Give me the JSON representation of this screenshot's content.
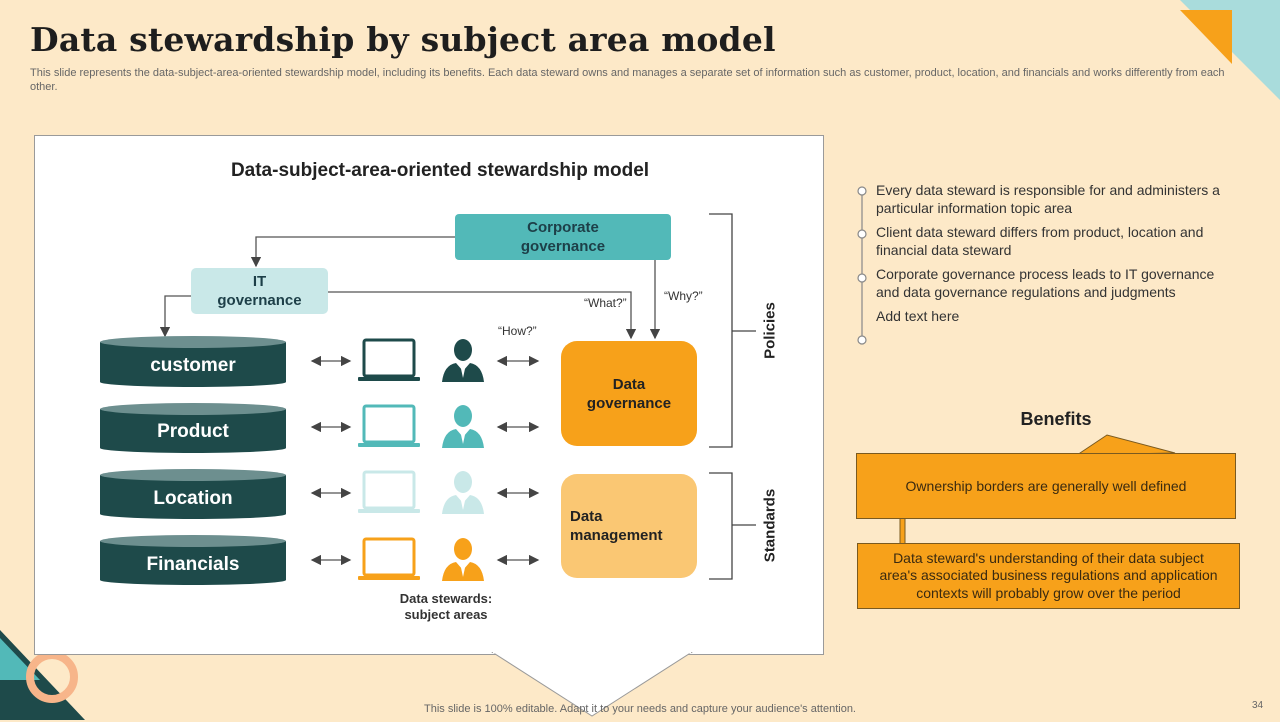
{
  "header": {
    "title": "Data stewardship by subject area model",
    "subtitle": "This slide represents the data-subject-area-oriented stewardship model, including its benefits. Each data steward owns and manages a separate set of information such as customer, product, location, and financials and works differently from each other."
  },
  "diagram": {
    "title": "Data-subject-area-oriented stewardship model",
    "corporate_governance": "Corporate governance",
    "it_governance": "IT governance",
    "data_governance": "Data governance",
    "data_management": "Data management",
    "questions": {
      "what": "“What?”",
      "why": "“Why?”",
      "how": "“How?”"
    },
    "subject_areas": [
      {
        "label": "customer",
        "color": "#1e4a4a"
      },
      {
        "label": "Product",
        "color": "#52B9B8"
      },
      {
        "label": "Location",
        "color": "#C9E8E8"
      },
      {
        "label": "Financials",
        "color": "#F7A11A"
      }
    ],
    "stewards_caption": "Data stewards: subject areas",
    "side_labels": {
      "policies": "Policies",
      "standards": "Standards"
    }
  },
  "bullets": [
    "Every data steward is responsible for and administers a particular information topic area",
    "Client data steward differs from product, location and financial data steward",
    "Corporate governance process leads to IT governance and data governance regulations and judgments",
    "Add text here"
  ],
  "benefits": {
    "title": "Benefits",
    "items": [
      "Ownership borders are generally well defined",
      "Data steward's understanding of their data subject area's associated business regulations and application contexts will probably grow over the period"
    ]
  },
  "footer": {
    "text": "This slide is 100% editable. Adapt it to your needs and capture your audience's attention.",
    "page_number": "34"
  },
  "colors": {
    "background": "#FDE9C8",
    "dark_teal": "#1e4a4a",
    "teal": "#52B9B8",
    "light_teal": "#C9E8E8",
    "orange": "#F7A11A",
    "light_orange": "#FAC773"
  }
}
